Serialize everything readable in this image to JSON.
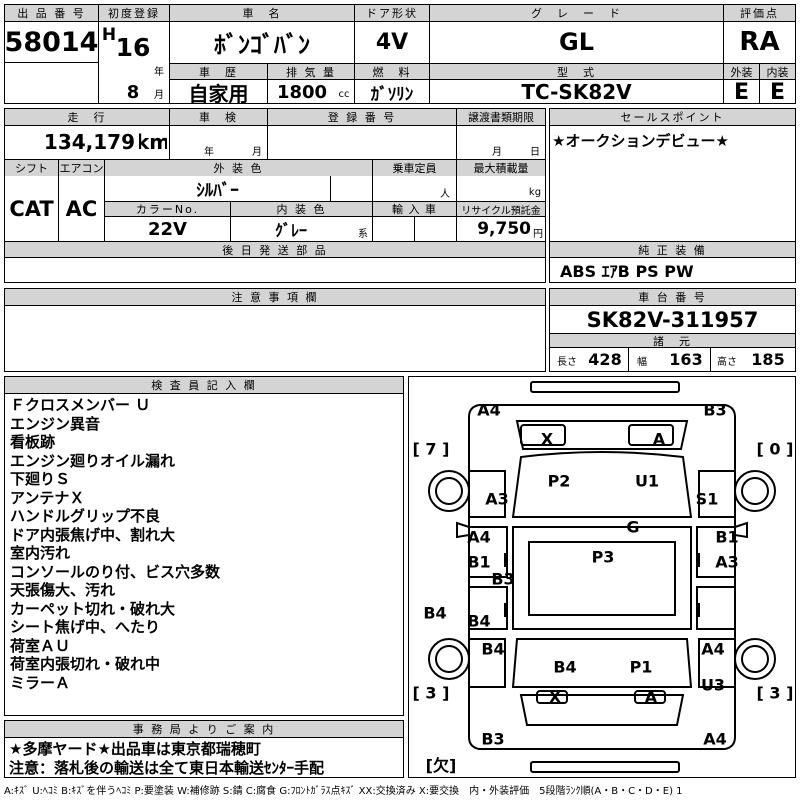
{
  "header": {
    "lot_no_label": "出 品 番 号",
    "lot_no": "58014",
    "first_reg_label": "初度登録",
    "era": "H",
    "year": "16",
    "year_unit": "年",
    "month": "8",
    "month_unit": "月",
    "name_label": "車　名",
    "name": "ﾎﾞﾝｺﾞﾊﾞﾝ",
    "door_label": "ドア形状",
    "door": "4V",
    "grade_label": "グ　レ　ー　ド",
    "grade": "GL",
    "score_label": "評価点",
    "score": "RA",
    "history_label": "車　歴",
    "history": "自家用",
    "displacement_label": "排 気 量",
    "displacement": "1800",
    "displacement_unit": "cc",
    "fuel_label": "燃　料",
    "fuel": "ｶﾞｿﾘﾝ",
    "model_label": "型　式",
    "model": "TC-SK82V",
    "exterior_label": "外装",
    "exterior": "E",
    "interior_label": "内装",
    "interior": "E"
  },
  "row2": {
    "mileage_label": "走　行",
    "mileage": "134,179",
    "mileage_unit": "km",
    "inspection_label": "車　検",
    "inspection_year": "年",
    "inspection_month": "月",
    "reg_no_label": "登 録 番 号",
    "transfer_label": "譲渡書類期限",
    "transfer_month": "月",
    "transfer_day": "日",
    "shift_label": "シフト",
    "shift": "CAT",
    "ac_label": "エアコン",
    "ac": "AC",
    "color_label": "外 装 色",
    "color": "ｼﾙﾊﾞｰ",
    "capacity_label": "乗車定員",
    "capacity_unit": "人",
    "load_label": "最大積載量",
    "load_unit": "kg",
    "color_no_label": "カラーNo.",
    "color_no": "22V",
    "int_color_label": "内 装 色",
    "int_color": "ｸﾞﾚｰ",
    "int_color_unit": "系",
    "import_label": "輸 入 車",
    "recycle_label": "リサイクル預託金",
    "recycle": "9,750",
    "recycle_unit": "円",
    "later_parts_label": "後 日 発 送 部 品"
  },
  "sales_point": {
    "label": "セールスポイント",
    "text": "★オークションデビュー★"
  },
  "equipment": {
    "label": "純 正 装 備",
    "text": "ABS ｴｱB PS PW"
  },
  "caution": {
    "label": "注 意 事 項 欄"
  },
  "chassis": {
    "label": "車 台 番 号",
    "number": "SK82V-311957",
    "dims_label": "諸　元",
    "length_label": "長さ",
    "length": "428",
    "width_label": "幅",
    "width": "163",
    "height_label": "高さ",
    "height": "185"
  },
  "inspector": {
    "label": "検 査 員 記 入 欄",
    "notes": [
      "Ｆクロスメンバー Ｕ",
      "エンジン異音",
      "看板跡",
      "エンジン廻りオイル漏れ",
      "下廻りＳ",
      "アンテナＸ",
      "ハンドルグリップ不良",
      "ドア内張焦げ中、割れ大",
      "室内汚れ",
      "コンソールのり付、ビス穴多数",
      "天張傷大、汚れ",
      "カーペット切れ・破れ大",
      "シート焦げ中、へたり",
      "荷室ＡＵ",
      "荷室内張切れ・破れ中",
      "ミラーＡ"
    ]
  },
  "office": {
    "label": "事 務 局 よ り ご 案 内",
    "lines": [
      "★多摩ヤード★出品車は東京都瑞穂町",
      "注意：落札後の輸送は全て東日本輸送ｾﾝﾀｰ手配"
    ]
  },
  "diagram": {
    "marks": [
      {
        "id": "fl-corner",
        "text": "A4"
      },
      {
        "id": "fr-corner",
        "text": "B3"
      },
      {
        "id": "front-x",
        "text": "X"
      },
      {
        "id": "front-a",
        "text": "A"
      },
      {
        "id": "box-7",
        "text": "[ 7 ]"
      },
      {
        "id": "box-0",
        "text": "[ 0 ]"
      },
      {
        "id": "hood-p2",
        "text": "P2"
      },
      {
        "id": "hood-u1",
        "text": "U1"
      },
      {
        "id": "lf-fender",
        "text": "A3"
      },
      {
        "id": "rf-fender",
        "text": "S1"
      },
      {
        "id": "windshield",
        "text": "G"
      },
      {
        "id": "l-door-a4",
        "text": "A4"
      },
      {
        "id": "l-door-b1",
        "text": "B1"
      },
      {
        "id": "l-door-b3",
        "text": "B3"
      },
      {
        "id": "roof",
        "text": "P3"
      },
      {
        "id": "r-door-b1",
        "text": "B1"
      },
      {
        "id": "r-door-a3",
        "text": "A3"
      },
      {
        "id": "l-sill",
        "text": "B4"
      },
      {
        "id": "l-rdoor",
        "text": "B4"
      },
      {
        "id": "l-rear",
        "text": "B4"
      },
      {
        "id": "tail-b4",
        "text": "B4"
      },
      {
        "id": "tail-p1",
        "text": "P1"
      },
      {
        "id": "r-rear-a4",
        "text": "A4"
      },
      {
        "id": "r-rear-u3",
        "text": "U3"
      },
      {
        "id": "box-3l",
        "text": "[ 3 ]"
      },
      {
        "id": "box-3r",
        "text": "[ 3 ]"
      },
      {
        "id": "rear-x",
        "text": "X"
      },
      {
        "id": "rear-a",
        "text": "A"
      },
      {
        "id": "rl-corner",
        "text": "B3"
      },
      {
        "id": "rr-corner",
        "text": "A4"
      },
      {
        "id": "box-ketsu",
        "text": "[欠]"
      }
    ]
  },
  "legend": "A:ｷｽﾞ U:ﾍｺﾐ B:ｷｽﾞを伴うﾍｺﾐ P:要塗装 W:補修跡 S:錆 C:腐食 G:ﾌﾛﾝﾄｶﾞﾗｽ点ｷｽﾞ XX:交換済み X:要交換　内・外装評価　5段階ﾗﾝｸ順(A・B・C・D・E) 1"
}
